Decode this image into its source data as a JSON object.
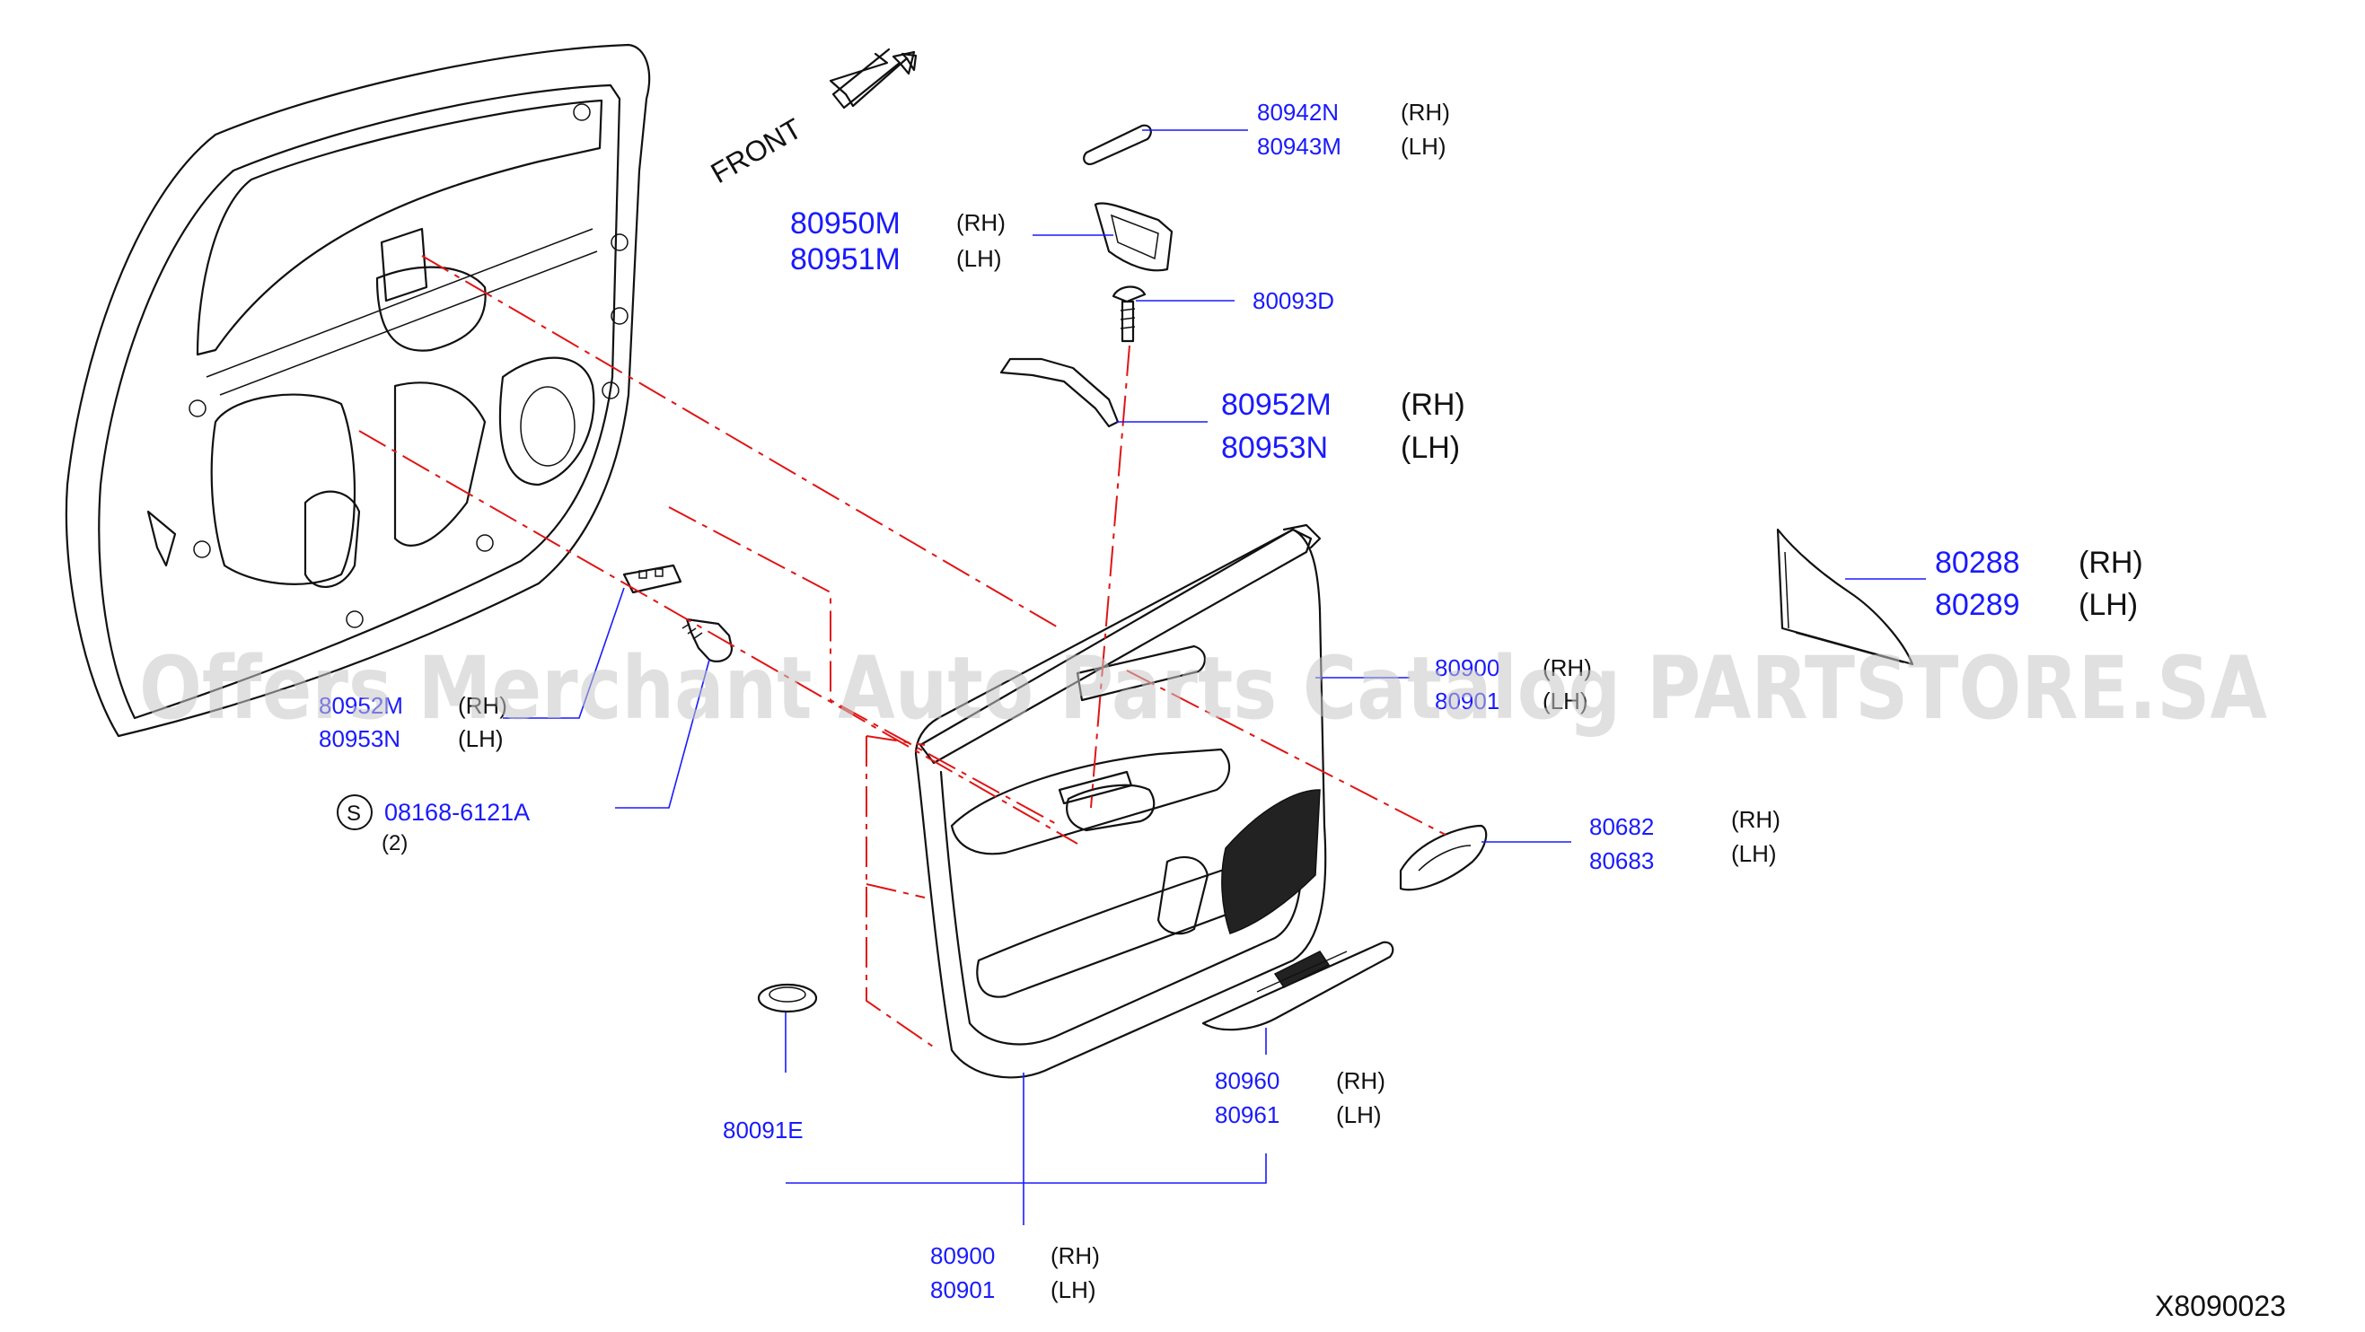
{
  "direction_label": "FRONT",
  "diagram_code": "X8090023",
  "watermark": "Offers Merchant Auto Parts Catalog PARTSTORE.SA",
  "callouts": [
    {
      "id": "glass-switch-finisher",
      "rh": "80942N",
      "lh": "80943M",
      "rh_tag": "(RH)",
      "lh_tag": "(LH)"
    },
    {
      "id": "pull-handle-escutcheon",
      "rh": "80950M",
      "lh": "80951M",
      "rh_tag": "(RH)",
      "lh_tag": "(LH)"
    },
    {
      "id": "clip-top",
      "single": "80093D"
    },
    {
      "id": "handle-bracket",
      "rh": "80952M",
      "lh": "80953N",
      "rh_tag": "(RH)",
      "lh_tag": "(LH)"
    },
    {
      "id": "corner-finisher",
      "rh": "80288",
      "lh": "80289",
      "rh_tag": "(RH)",
      "lh_tag": "(LH)"
    },
    {
      "id": "armrest-upper",
      "rh": "80900",
      "lh": "80901",
      "rh_tag": "(RH)",
      "lh_tag": "(LH)",
      "obscured": true
    },
    {
      "id": "bracket-left",
      "rh": "80952M",
      "lh": "80953N",
      "rh_tag": "(RH)",
      "lh_tag": "(LH)",
      "obscured": true
    },
    {
      "id": "inside-handle-escutcheon",
      "rh": "80682",
      "lh": "80683",
      "rh_tag": "(RH)",
      "lh_tag": "(LH)"
    },
    {
      "id": "bolt",
      "prefix": "S",
      "single": "08168-6121A",
      "qty": "(2)"
    },
    {
      "id": "switch-finisher",
      "rh": "80960",
      "lh": "80961",
      "rh_tag": "(RH)",
      "lh_tag": "(LH)"
    },
    {
      "id": "clip-bottom",
      "single": "80091E"
    },
    {
      "id": "door-trim-assembly",
      "rh": "80900",
      "lh": "80901",
      "rh_tag": "(RH)",
      "lh_tag": "(LH)"
    }
  ],
  "obscured_text": {
    "armrest_rh": "80900",
    "armrest_lh": "80901",
    "bracket_rh": "80952M"
  }
}
